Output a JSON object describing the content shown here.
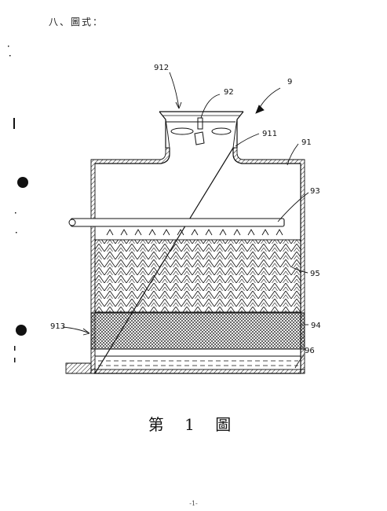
{
  "heading": "八、圖式：",
  "caption": "第 1 圖",
  "page_number": "-1-",
  "labels": {
    "l912": "912",
    "l92": "92",
    "l9": "9",
    "l911": "911",
    "l91": "91",
    "l93": "93",
    "l95": "95",
    "l913": "913",
    "l94": "94",
    "l96": "96"
  },
  "colors": {
    "ink": "#111111",
    "paper": "#ffffff"
  }
}
